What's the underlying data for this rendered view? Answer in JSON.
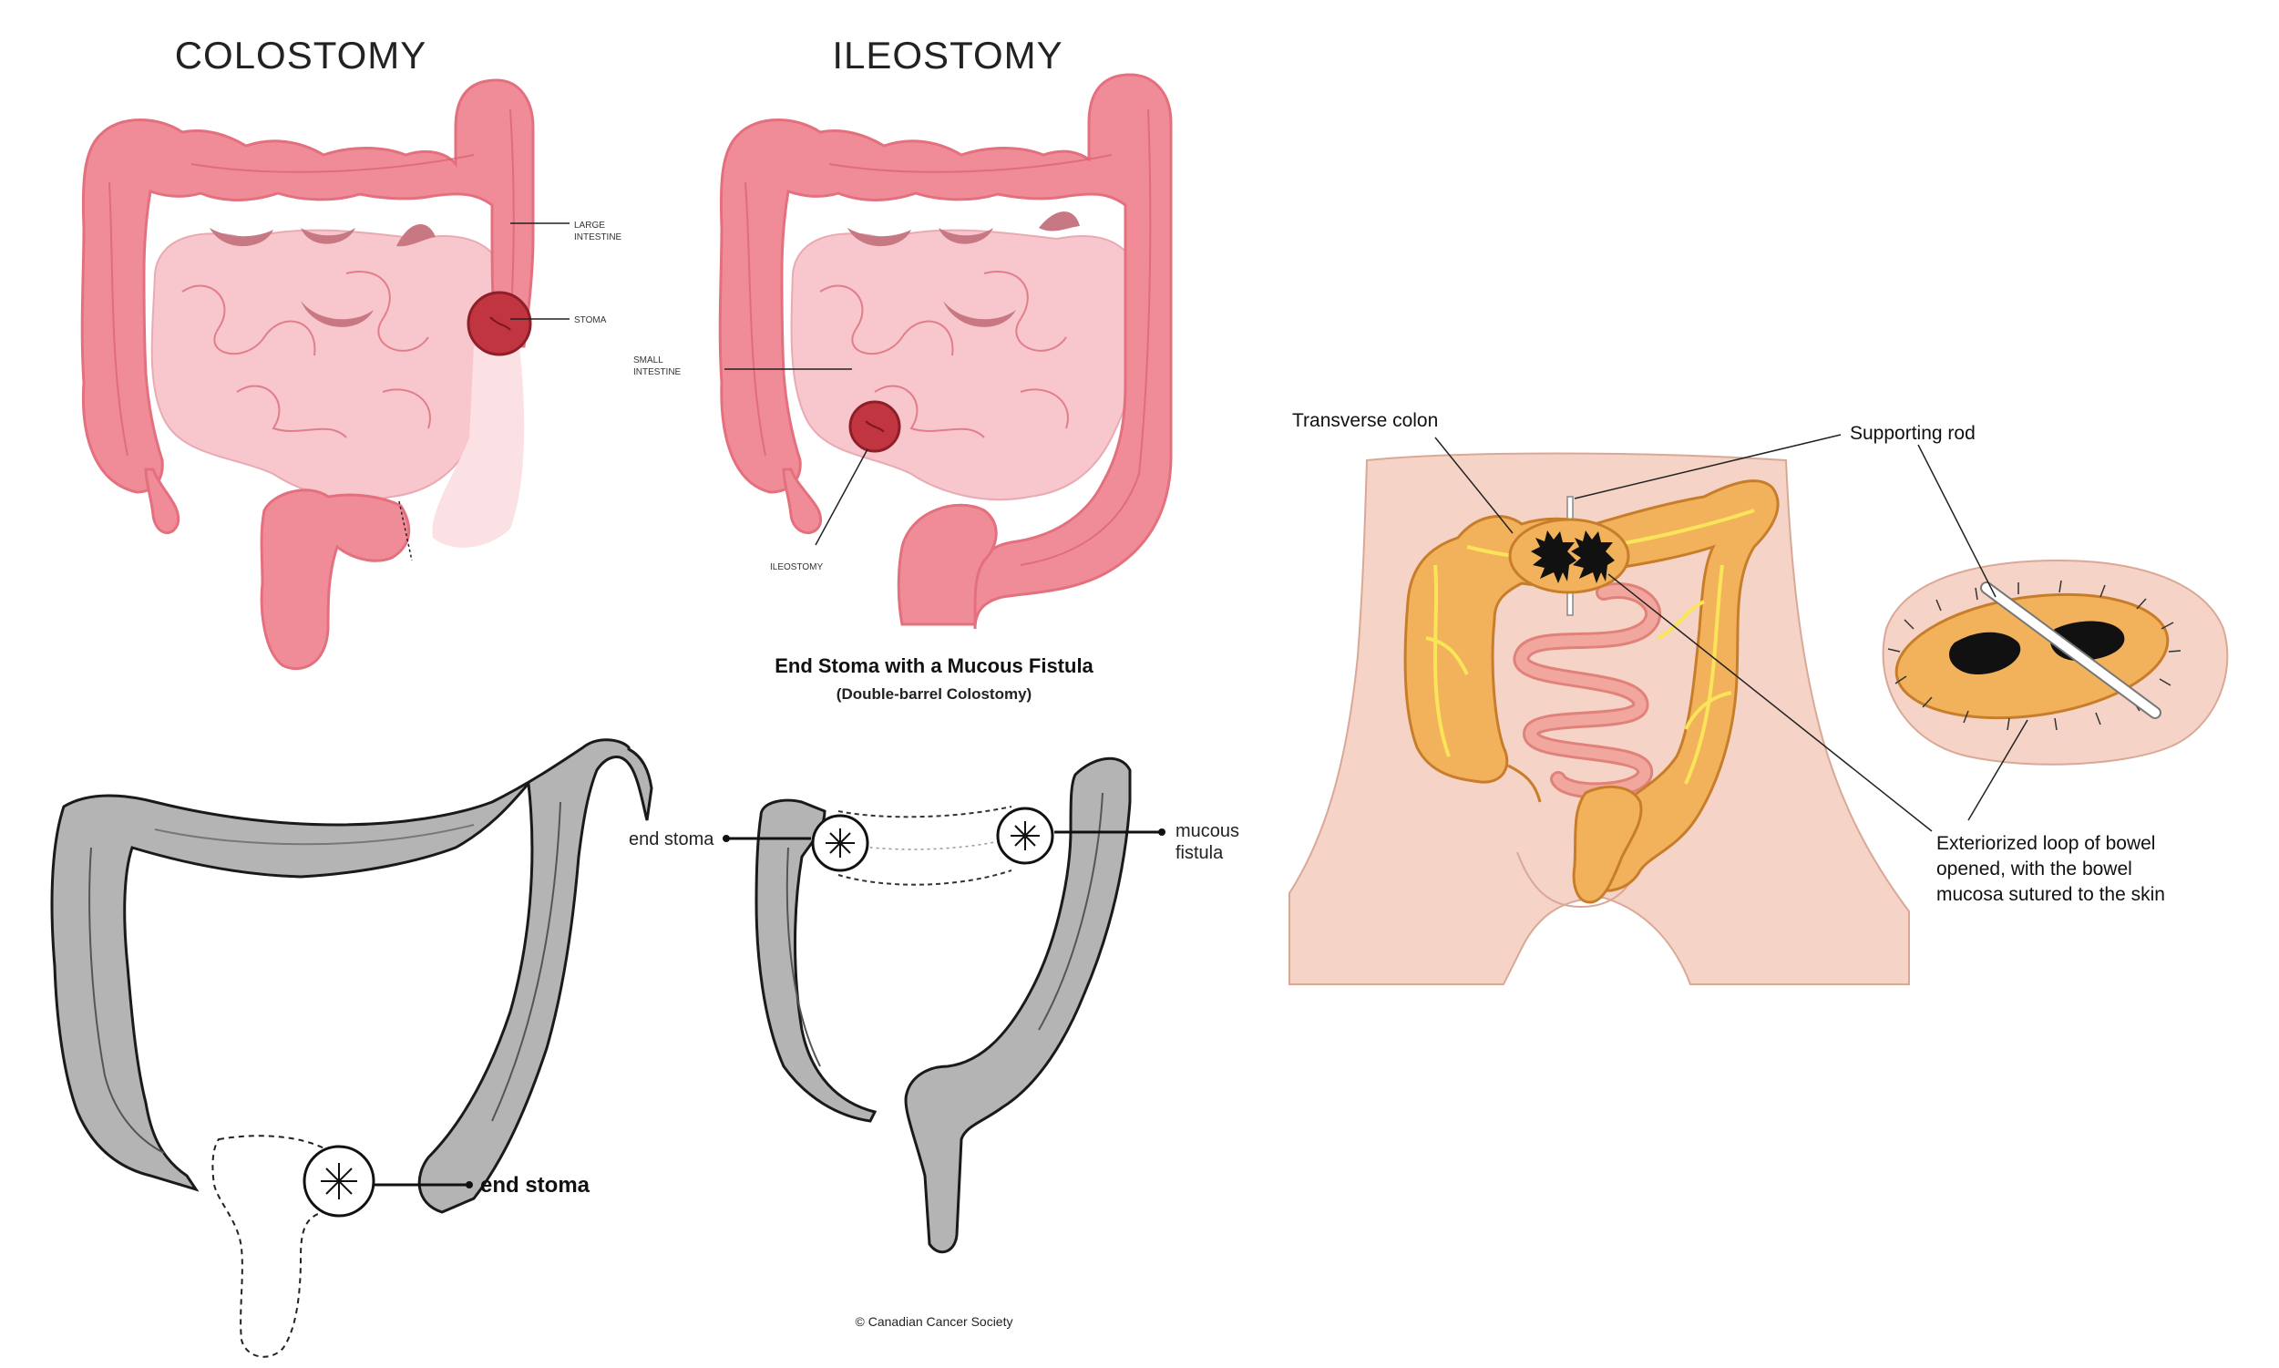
{
  "panels": {
    "colostomy": {
      "title": "COLOSTOMY",
      "labels": {
        "large_intestine": [
          "LARGE",
          "INTESTINE"
        ],
        "stoma": "STOMA"
      }
    },
    "ileostomy": {
      "title": "ILEOSTOMY",
      "labels": {
        "small_intestine": [
          "SMALL",
          "INTESTINE"
        ],
        "ileostomy": "ILEOSTOMY"
      }
    },
    "end_stoma": {
      "label": "end stoma"
    },
    "double_barrel": {
      "title": "End Stoma with a Mucous Fistula",
      "subtitle": "(Double-barrel Colostomy)",
      "labels": {
        "end_stoma": "end stoma",
        "mucous_fistula": [
          "mucous",
          "fistula"
        ]
      },
      "credit": "© Canadian Cancer Society"
    },
    "loop_colostomy": {
      "labels": {
        "transverse_colon": "Transverse colon",
        "supporting_rod": "Supporting rod",
        "exteriorized": [
          "Exteriorized loop of bowel",
          "opened, with the bowel",
          "mucosa sutured to the skin"
        ]
      }
    }
  },
  "colors": {
    "colon_pink": "#f08c98",
    "small_intestine_pink": "#f7c7cd",
    "stoma_red": "#c0353f",
    "gray_colon": "#b4b4b4",
    "skin": "#f6d3c7",
    "orange_colon": "#f2b25c"
  }
}
